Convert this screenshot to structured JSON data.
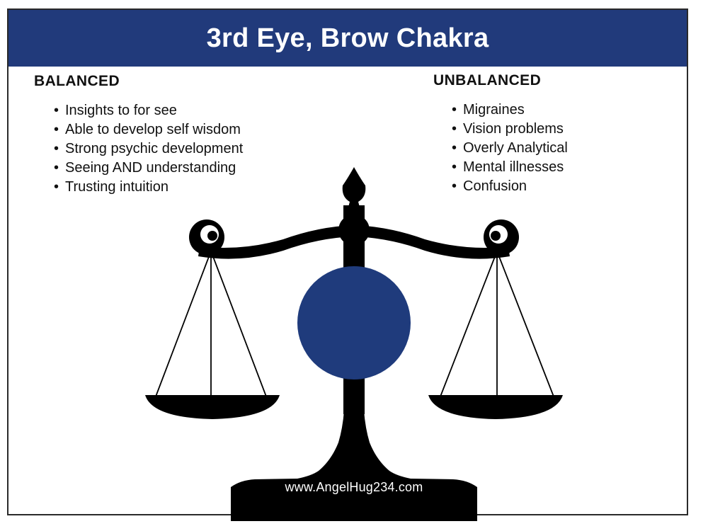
{
  "title": "3rd Eye, Brow Chakra",
  "balanced": {
    "heading": "BALANCED",
    "items": [
      "Insights to for see",
      "Able to develop self wisdom",
      "Strong psychic development",
      "Seeing AND understanding",
      "Trusting intuition"
    ]
  },
  "unbalanced": {
    "heading": "UNBALANCED",
    "items": [
      "Migraines",
      "Vision problems",
      "Overly Analytical",
      "Mental illnesses",
      "Confusion"
    ]
  },
  "website": "www.AngelHug234.com",
  "colors": {
    "banner": "#213a7b",
    "circle": "#1f3b7c",
    "scale": "#000000"
  },
  "icons": {
    "scale": "balance-scale-icon"
  }
}
